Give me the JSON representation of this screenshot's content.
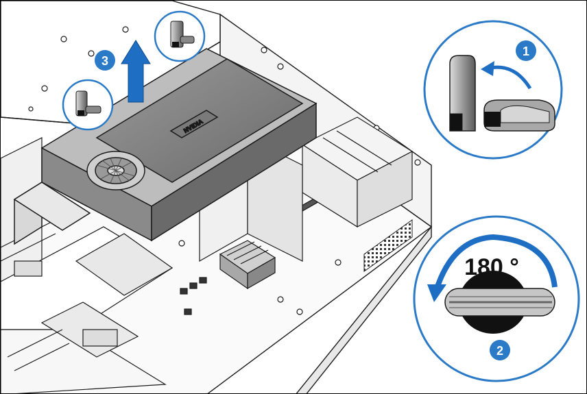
{
  "figure": {
    "title": "",
    "steps": {
      "step1": "1",
      "step2": "2",
      "step3": "3"
    },
    "rotation_label": "180 °",
    "card_logo_text": "NVIDIA",
    "colors": {
      "badge": "#2a7ac7",
      "arrow": "#1e6fc4",
      "line": "#1a1a1a",
      "light_gray": "#d8d8d8",
      "mid_gray": "#a8a8a8",
      "dark_gray": "#5a5a5a"
    }
  }
}
